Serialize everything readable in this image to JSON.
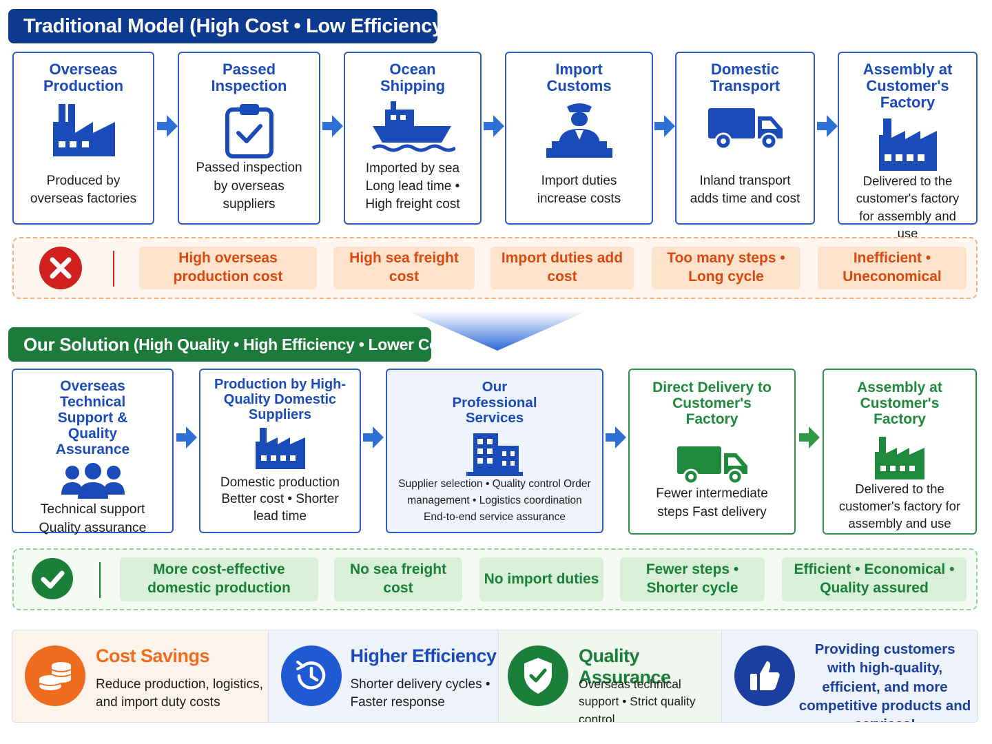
{
  "colors": {
    "trad_header": "#0b3a8f",
    "sol_header": "#1c7a3a",
    "blue_accent": "#1a4bb8",
    "green_accent": "#1f8a3c",
    "red_pill_text": "#d9480f",
    "orange": "#ef6c1f"
  },
  "traditional": {
    "title": "Traditional Model (High Cost • Low Efficiency)",
    "steps": [
      {
        "title": "Overseas Production",
        "icon": "factory-icon",
        "desc": "Produced by overseas factories"
      },
      {
        "title": "Passed Inspection",
        "icon": "clipboard-check-icon",
        "desc": "Passed inspection by overseas suppliers"
      },
      {
        "title": "Ocean Shipping",
        "icon": "ship-icon",
        "desc": "Imported by sea Long lead time • High freight cost"
      },
      {
        "title": "Import Customs",
        "icon": "customs-officer-icon",
        "desc": "Import duties increase costs"
      },
      {
        "title": "Domestic Transport",
        "icon": "truck-icon",
        "desc": "Inland transport adds time and cost"
      },
      {
        "title": "Assembly at Customer's Factory",
        "icon": "factory-icon",
        "desc": "Delivered to the customer's factory for assembly and use"
      }
    ],
    "problems": [
      "High overseas production cost",
      "High sea freight cost",
      "Import duties add cost",
      "Too many steps • Long cycle",
      "Inefficient • Uneconomical"
    ]
  },
  "solution": {
    "title": "Our Solution",
    "subtitle": "(High Quality • High Efficiency • Lower Cost)",
    "steps": [
      {
        "title": "Overseas Technical Support & Quality Assurance",
        "icon": "team-icon",
        "desc": "Technical support Quality assurance"
      },
      {
        "title": "Production by High-Quality Domestic Suppliers",
        "icon": "factory-icon",
        "desc": "Domestic production Better cost • Shorter lead time"
      },
      {
        "title": "Our Professional Services",
        "icon": "office-building-icon",
        "desc": "Supplier selection • Quality control Order management • Logistics coordination End-to-end service assurance"
      },
      {
        "title": "Direct Delivery to Customer's Factory",
        "icon": "truck-icon",
        "desc": "Fewer intermediate steps Fast delivery"
      },
      {
        "title": "Assembly at Customer's Factory",
        "icon": "factory-icon",
        "desc": "Delivered to the customer's factory for assembly and use"
      }
    ],
    "advantages": [
      "More cost-effective domestic production",
      "No sea freight cost",
      "No import duties",
      "Fewer steps • Shorter cycle",
      "Efficient • Economical • Quality assured"
    ]
  },
  "benefits": [
    {
      "title": "Cost Savings",
      "icon": "coins-icon",
      "text": "Reduce production, logistics, and import duty costs"
    },
    {
      "title": "Higher Efficiency",
      "icon": "clock-icon",
      "text": "Shorter delivery cycles • Faster response"
    },
    {
      "title": "Quality Assurance",
      "icon": "shield-check-icon",
      "text": "Overseas technical support • Strict quality control"
    }
  ],
  "closing": {
    "icon": "thumbs-up-icon",
    "text": "Providing customers with high-quality, efficient, and more competitive products and services!"
  }
}
